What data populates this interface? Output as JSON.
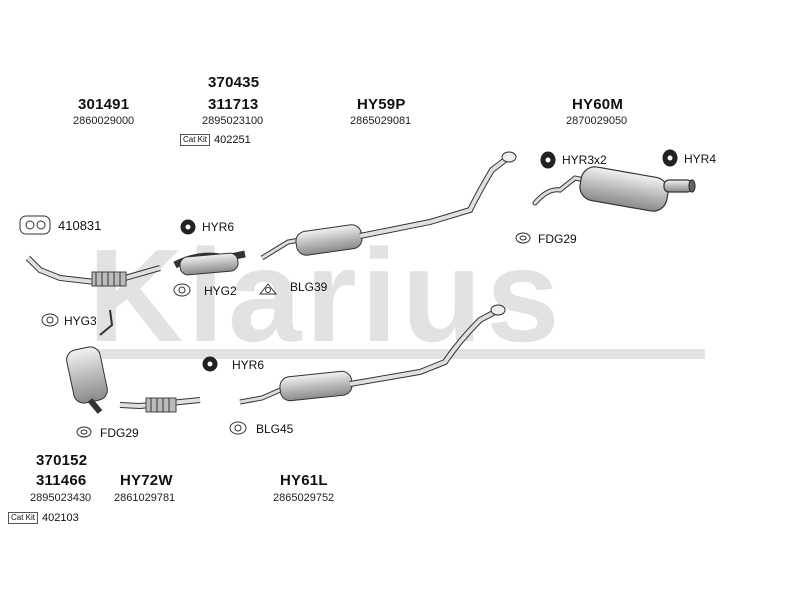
{
  "watermark": "Klarius",
  "labels": {
    "p301491": "301491",
    "oem_301491": "2860029000",
    "p370435": "370435",
    "p311713": "311713",
    "oem_311713": "2895023100",
    "catkit": "Cat Kit",
    "kit_402251": "402251",
    "hy59p": "HY59P",
    "oem_hy59p": "2865029081",
    "hy60m": "HY60M",
    "oem_hy60m": "2870029050",
    "hyr3x2": "HYR3x2",
    "hyr4": "HYR4",
    "p410831": "410831",
    "hyr6_a": "HYR6",
    "fdg29_a": "FDG29",
    "hyg2": "HYG2",
    "blg39": "BLG39",
    "hyg3": "HYG3",
    "hyr6_b": "HYR6",
    "fdg29_b": "FDG29",
    "blg45": "BLG45",
    "p370152": "370152",
    "p311466": "311466",
    "oem_311466": "2895023430",
    "hy72w": "HY72W",
    "oem_hy72w": "2861029781",
    "hy61l": "HY61L",
    "oem_hy61l": "2865029752",
    "kit_402103": "402103"
  },
  "colors": {
    "watermark": "#e2e2e2",
    "line": "#333333",
    "part_fill": "#d6d6d6"
  }
}
